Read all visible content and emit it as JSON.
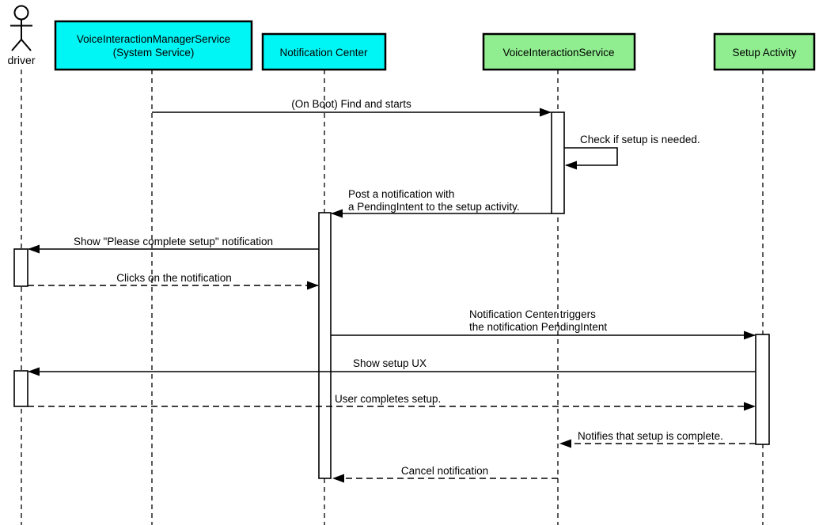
{
  "diagram_type": "uml-sequence",
  "colors": {
    "participant_cyan": "#00F5F5",
    "participant_green": "#90EE90",
    "stroke": "#000000",
    "text": "#000000",
    "background": "#FFFFFF"
  },
  "actors": {
    "driver": {
      "label": "driver"
    },
    "vims": {
      "line1": "VoiceInteractionManagerService",
      "line2": "(System Service)"
    },
    "notification_center": {
      "label": "Notification Center"
    },
    "voice_interaction_service": {
      "label": "VoiceInteractionService"
    },
    "setup_activity": {
      "label": "Setup Activity"
    }
  },
  "messages": {
    "on_boot": "(On Boot) Find and starts",
    "check_setup": "Check if setup is needed.",
    "post_notification_line1": "Post a notification with",
    "post_notification_line2": "a PendingIntent to the setup activity.",
    "show_notification": "Show \"Please complete setup\" notification",
    "clicks_notification": "Clicks on the notification",
    "trigger_line1": "Notification Center triggers",
    "trigger_line2": "the notification PendingIntent",
    "show_setup_ux": "Show setup UX",
    "user_completes": "User completes setup.",
    "notifies_complete": "Notifies that setup is complete.",
    "cancel_notification": "Cancel notification"
  }
}
